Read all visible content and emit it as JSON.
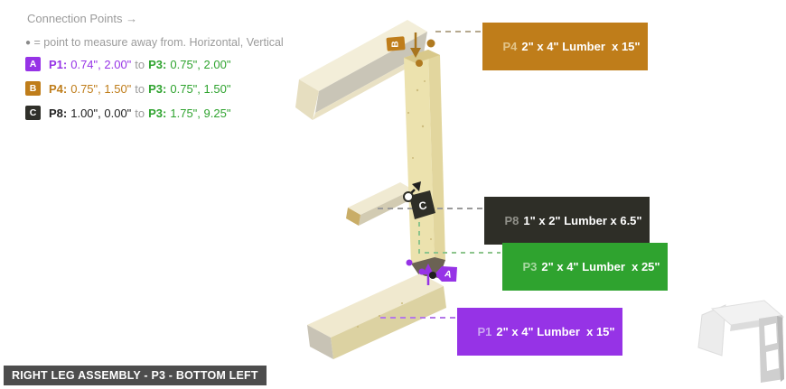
{
  "header": {
    "title": "Connection Points",
    "arrow": "→",
    "note_bullet": "●",
    "note": "= point to measure away from. Horizontal, Vertical"
  },
  "connections": [
    {
      "badge": "A",
      "from_part": "P1:",
      "from_values": "0.74\", 2.00\"",
      "to_word": "to",
      "to_part": "P3:",
      "to_values": "0.75\", 2.00\""
    },
    {
      "badge": "B",
      "from_part": "P4:",
      "from_values": "0.75\", 1.50\"",
      "to_word": "to",
      "to_part": "P3:",
      "to_values": "0.75\", 1.50\""
    },
    {
      "badge": "C",
      "from_part": "P8:",
      "from_values": "1.00\", 0.00\"",
      "to_word": "to",
      "to_part": "P3:",
      "to_values": "1.75\", 9.25\""
    }
  ],
  "part_labels": [
    {
      "id": "P4",
      "desc": "2\" x 4\" Lumber  x 15\""
    },
    {
      "id": "P8",
      "desc": "1\" x 2\" Lumber x 6.5\""
    },
    {
      "id": "P3",
      "desc": "2\" x 4\" Lumber  x 25\""
    },
    {
      "id": "P1",
      "desc": "2\" x 4\" Lumber  x 15\""
    }
  ],
  "markers": {
    "a": "A",
    "b": "B",
    "c": "C"
  },
  "footer": {
    "title": "RIGHT LEG ASSEMBLY - P3 - BOTTOM LEFT"
  },
  "colors": {
    "purple": "#9633e6",
    "orange": "#bf7d1a",
    "green": "#2fa32f",
    "dark": "#30302a",
    "wood_cream": "#f3eed9",
    "wood_tan": "#ece2ae",
    "wood_gray": "#c9c5b7",
    "footer_bg": "#4d4d4d",
    "text_gray": "#9b9b9b",
    "background": "#ffffff"
  }
}
